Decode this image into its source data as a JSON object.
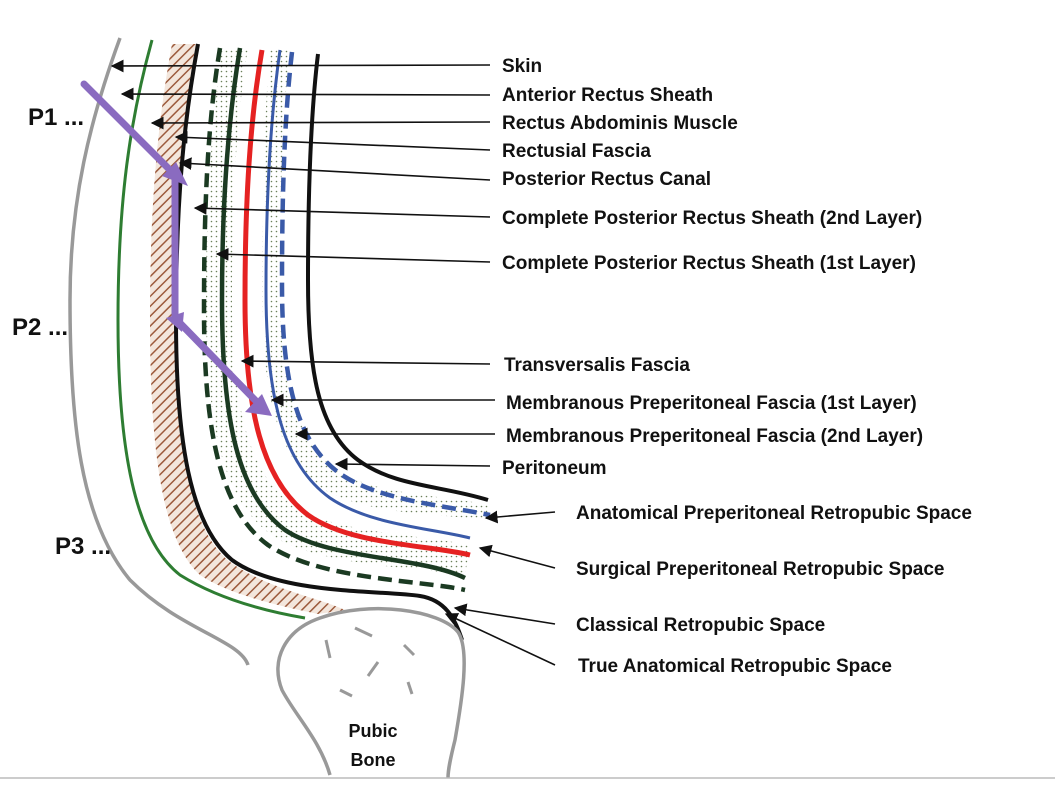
{
  "diagram": {
    "layer_labels": [
      "Skin",
      "Anterior Rectus Sheath",
      "Rectus Abdominis Muscle",
      "Rectusial Fascia",
      "Posterior Rectus Canal",
      "Complete Posterior Rectus Sheath (2nd Layer)",
      "Complete Posterior Rectus Sheath (1st Layer)",
      "Transversalis Fascia",
      "Membranous Preperitoneal Fascia (1st Layer)",
      "Membranous Preperitoneal Fascia (2nd Layer)",
      "Peritoneum"
    ],
    "space_labels": [
      "Anatomical Preperitoneal Retropubic Space",
      "Surgical Preperitoneal Retropubic Space",
      "Classical Retropubic Space",
      "True Anatomical Retropubic Space"
    ],
    "positions": [
      "P1 ...",
      "P2 ...",
      "P3 ..."
    ],
    "bone": {
      "line1": "Pubic",
      "line2": "Bone"
    },
    "colors": {
      "skin": "#999999",
      "anterior_sheath": "#2e7d32",
      "muscle_hatch": "#9c5a3c",
      "fascia_black": "#111111",
      "sheath_dark_green": "#1b3a22",
      "transversalis_red": "#e52222",
      "preperitoneal_blue": "#3a5aa8",
      "dotted_fill": "#e7eed9",
      "pathway_arrow": "#8a6bc0",
      "bone_outline": "#999999"
    },
    "icons": [
      "dotted-fill-pattern",
      "hatch-pattern",
      "pathway-arrow"
    ]
  }
}
